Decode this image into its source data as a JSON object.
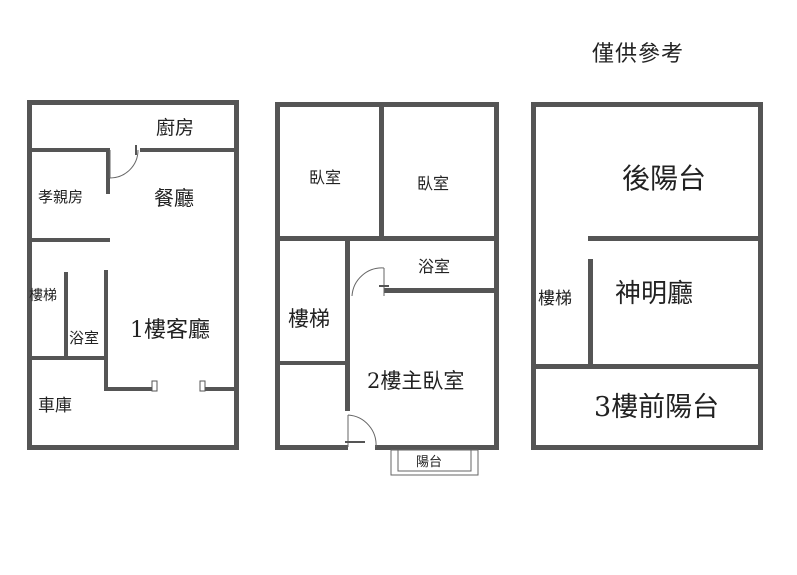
{
  "caption": "僅供參考",
  "floor1": {
    "kitchen": "廚房",
    "elder_room": "孝親房",
    "dining": "餐廳",
    "stairs": "樓梯",
    "bathroom": "浴室",
    "living_room": "1樓客廳",
    "garage": "車庫"
  },
  "floor2": {
    "bedroom_a": "臥室",
    "bedroom_b": "臥室",
    "bathroom": "浴室",
    "stairs": "樓梯",
    "master_bedroom": "2樓主臥室",
    "balcony": "陽台"
  },
  "floor3": {
    "rear_balcony": "後陽台",
    "stairs": "樓梯",
    "shrine_hall": "神明廳",
    "front_balcony": "3樓前陽台"
  },
  "colors": {
    "wall": "#555555",
    "text": "#222222"
  }
}
